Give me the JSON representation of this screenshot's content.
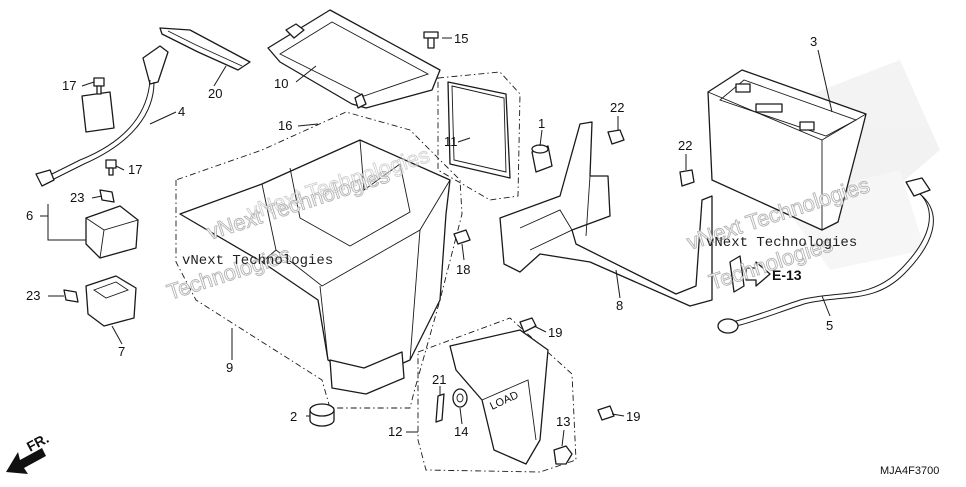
{
  "diagram": {
    "code": "MJA4F3700",
    "direction_label": "FR.",
    "ref_label": "E-13",
    "watermark_brand": "vNext Technologies",
    "watermarks": [
      "vNext Technologies",
      "vNext Technologies",
      "Technologies",
      "Technologies",
      "vNext Technologies",
      "vNext Technologies",
      "vNext Technologies"
    ],
    "callouts": [
      "1",
      "2",
      "3",
      "4",
      "5",
      "6",
      "7",
      "8",
      "9",
      "10",
      "11",
      "12",
      "13",
      "14",
      "15",
      "16",
      "17",
      "17",
      "18",
      "19",
      "19",
      "20",
      "21",
      "22",
      "22",
      "23",
      "23"
    ]
  }
}
